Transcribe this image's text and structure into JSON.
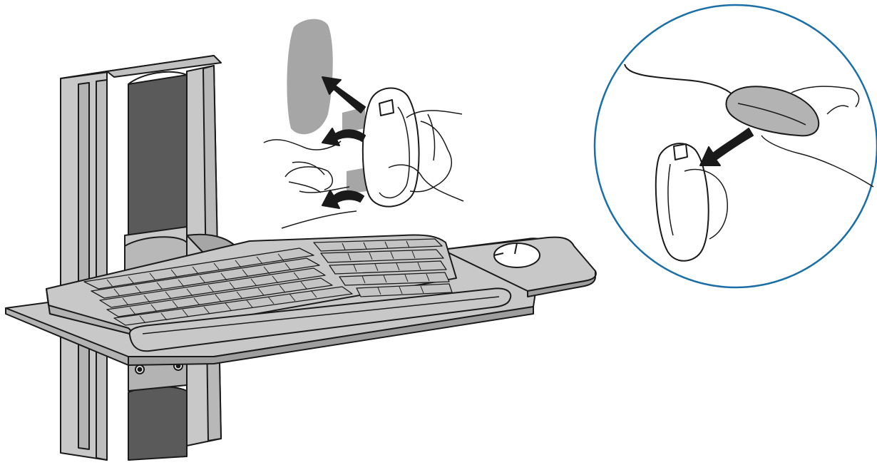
{
  "illustration": {
    "colors": {
      "outline": "#1a1a1a",
      "metal_light": "#c8c8c8",
      "metal_mid": "#b3b3b3",
      "metal_dark": "#5a5a5a",
      "key_fill": "#c4c4c4",
      "wall_shadow": "#a6a6a6",
      "arrow": "#1a1a1a",
      "callout_ring": "#1a6fa8",
      "background": "#ffffff"
    },
    "icons": [
      "mounting-column",
      "keyboard-tray",
      "keyboard",
      "wrist-rest",
      "mouse-pad",
      "mouse",
      "mouse-holder",
      "hands",
      "arrows",
      "detail-callout"
    ]
  }
}
